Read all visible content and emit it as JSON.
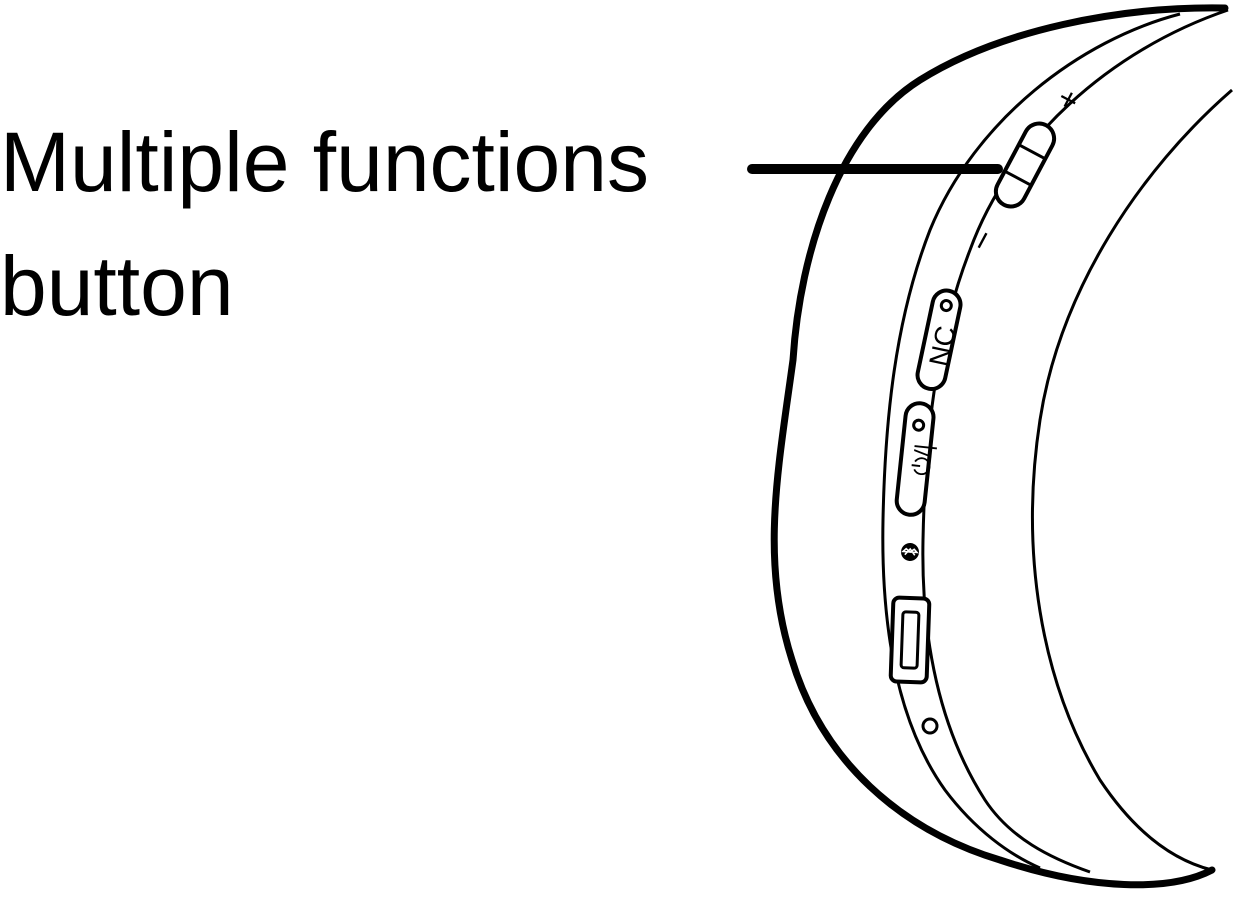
{
  "callout": {
    "line1": "Multiple functions",
    "line2": "button"
  },
  "controls": {
    "volume_minus": "−",
    "volume_plus": "+",
    "nc_label": "NC",
    "power_label": "⏻/|"
  },
  "icons": {
    "bluetooth": "bluetooth-icon",
    "usb": "usb-port-icon"
  },
  "colors": {
    "ink": "#000000",
    "paper": "#ffffff"
  }
}
